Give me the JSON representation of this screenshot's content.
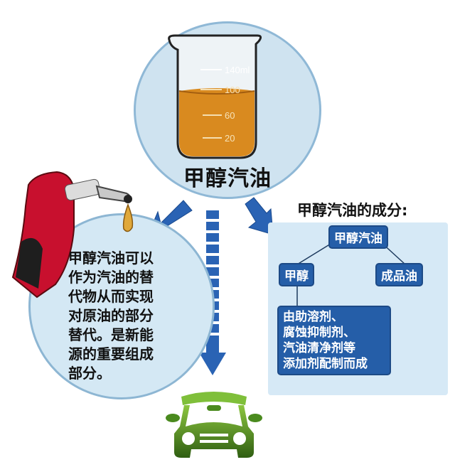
{
  "center": {
    "title": "甲醇汽油",
    "beaker": {
      "scale_labels": [
        "140ml",
        "100",
        "60",
        "20"
      ],
      "liquid_color": "#d98a1f"
    }
  },
  "left": {
    "description_lines": [
      "甲醇汽油可以",
      "作为汽油的替",
      "代物从而实现",
      "对原油的部分",
      "替代。是新能",
      "源的重要组成",
      "部分。"
    ],
    "icon": "fuel-nozzle-icon"
  },
  "right": {
    "heading": "甲醇汽油的成分:",
    "tree": {
      "root": "甲醇汽油",
      "children": [
        "甲醇",
        "成品油"
      ],
      "methanol_detail_lines": [
        "由助溶剂、",
        "腐蚀抑制剂、",
        "汽油清净剂等",
        "添加剂配制而成"
      ]
    }
  },
  "bottom": {
    "icon": "car-icon",
    "color": "#4a8a1e"
  },
  "colors": {
    "arrow": "#2a63b4",
    "circle_fill": "#cfe3f0",
    "node_fill": "#255ea8",
    "panel_fill": "#d6e9f6"
  }
}
